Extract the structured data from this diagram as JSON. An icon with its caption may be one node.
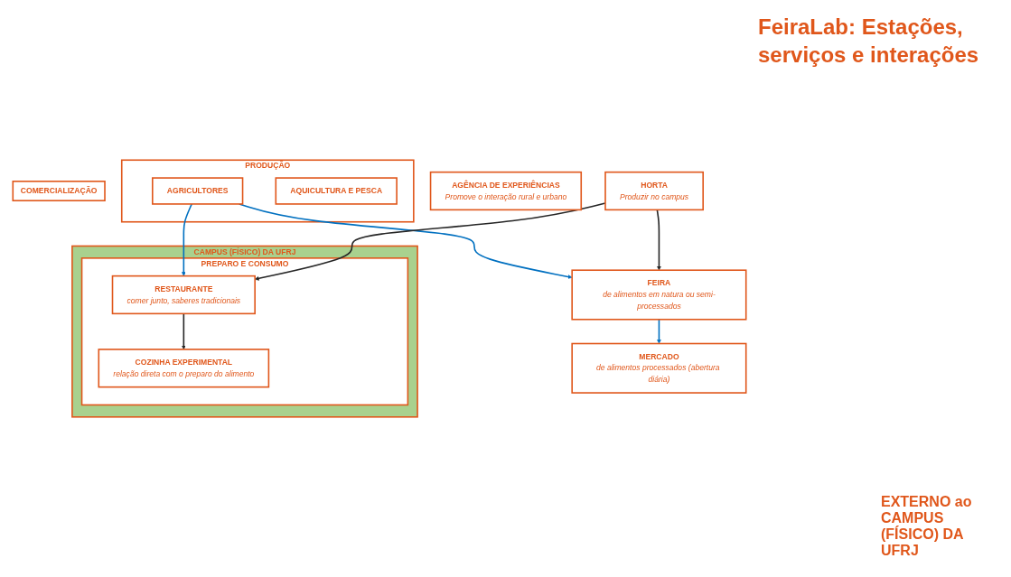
{
  "diagram": {
    "title": "FeiraLab: Estações, serviços e interações",
    "nodes": [
      {
        "text": [
          "PRODUÇÃO"
        ]
      },
      {
        "text": [
          "COMERCIALIZAÇÃO"
        ]
      },
      {
        "text": [
          "AGÊNCIA DE EXPERIÊNCIAS",
          "Promove o interação rural e urbano"
        ]
      },
      {
        "text": [
          "CAMPUS (FÍSICO) DA UFRJ"
        ]
      },
      {
        "text": [
          "PREPARO E CONSUMO"
        ],
        "in": 3
      },
      {
        "text": [
          "AGRICULTORES"
        ],
        "in": 0
      },
      {
        "text": [
          "HORTA",
          "Produzir no campus"
        ]
      },
      {
        "text": [
          "FEIRA",
          "de alimentos em natura ou semi-processados"
        ]
      },
      {
        "text": [
          "RESTAURANTE",
          "comer junto, saberes tradicionais"
        ],
        "in": 4
      },
      {
        "text": [
          "AQUICULTURA E PESCA"
        ],
        "in": 0
      },
      {
        "text": [
          "MERCADO",
          "de alimentos processados (abertura diária)"
        ]
      },
      {
        "text": [
          "COZINHA EXPERIMENTAL",
          "relação direta com o preparo do alimento"
        ],
        "in": 4
      }
    ],
    "edges": [
      {
        "from": 5,
        "to": 7,
        "arrow": "to",
        "color": "#0070c0"
      },
      {
        "from": 5,
        "to": 8,
        "arrow": "to",
        "color": "#0070c0"
      },
      {
        "from": 6,
        "to": 7,
        "arrow": "to",
        "color": "#262626"
      },
      {
        "from": 6,
        "to": 8,
        "arrow": "to",
        "color": "#262626"
      },
      {
        "from": 7,
        "to": 10,
        "arrow": "to",
        "color": "#0070c0"
      },
      {
        "from": 8,
        "to": 11,
        "arrow": "to",
        "color": "#262626"
      }
    ],
    "labels": [
      "EXTERNO ao CAMPUS (FÍSICO) DA UFRJ"
    ]
  }
}
